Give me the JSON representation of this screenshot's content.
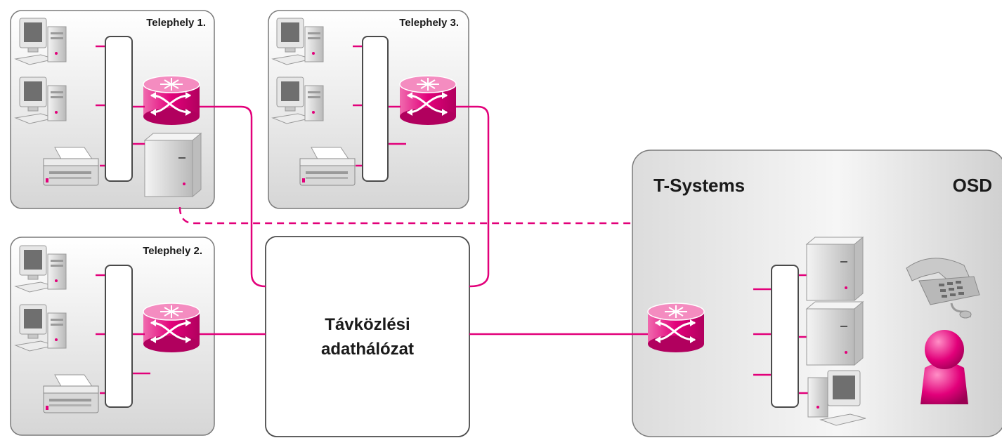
{
  "sites": [
    {
      "id": "site1",
      "label": "Telephely 1."
    },
    {
      "id": "site3",
      "label": "Telephely 3."
    },
    {
      "id": "site2",
      "label": "Telephely 2."
    }
  ],
  "network": {
    "line1": "Távközlési",
    "line2": "adathálózat"
  },
  "provider": {
    "name": "T-Systems",
    "service": "OSD"
  },
  "colors": {
    "accent": "#e2007a",
    "box_border": "#6e6e6e",
    "box_fill": "#e4e4e4"
  },
  "icons": [
    "workstation-icon",
    "printer-icon",
    "server-icon",
    "router-icon",
    "switch-icon",
    "telephone-icon",
    "user-icon"
  ]
}
